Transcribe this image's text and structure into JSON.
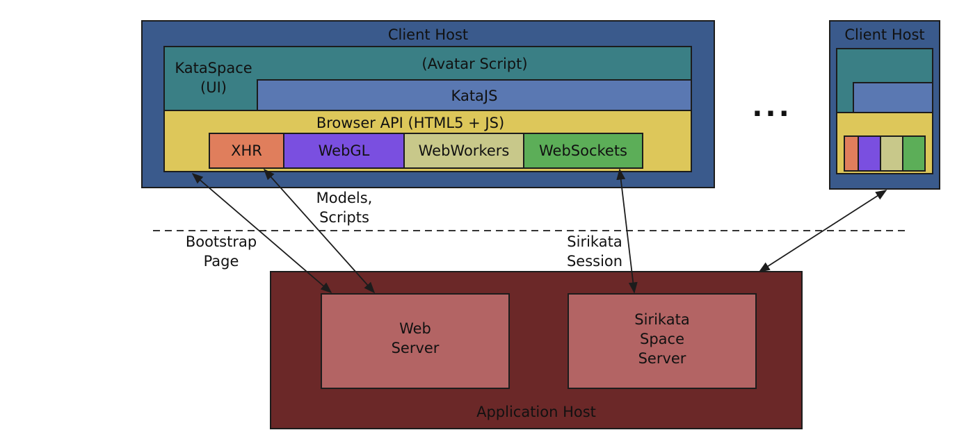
{
  "colors": {
    "client_host": "#3a5a8c",
    "kataspace": "#3a7f85",
    "katajs": "#5a78b2",
    "browser_api": "#ddc75a",
    "xhr": "#e07e5c",
    "webgl": "#7a4fe0",
    "webworkers": "#c8c88a",
    "websockets": "#5cae58",
    "app_host": "#6b2828",
    "server_box": "#b36464"
  },
  "client_host": {
    "title": "Client Host",
    "kataspace_label": "KataSpace\n(UI)",
    "avatar_script_label": "(Avatar Script)",
    "katajs_label": "KataJS",
    "browser_api_label": "Browser API (HTML5 + JS)",
    "apis": [
      "XHR",
      "WebGL",
      "WebWorkers",
      "WebSockets"
    ]
  },
  "client_host_2": {
    "title": "Client Host"
  },
  "ellipsis": "...",
  "application_host": {
    "title": "Application Host",
    "web_server_label": "Web\nServer",
    "space_server_label": "Sirikata\nSpace\nServer"
  },
  "connections": {
    "bootstrap_label": "Bootstrap\nPage",
    "models_label": "Models,\nScripts",
    "session_label": "Sirikata\nSession"
  }
}
